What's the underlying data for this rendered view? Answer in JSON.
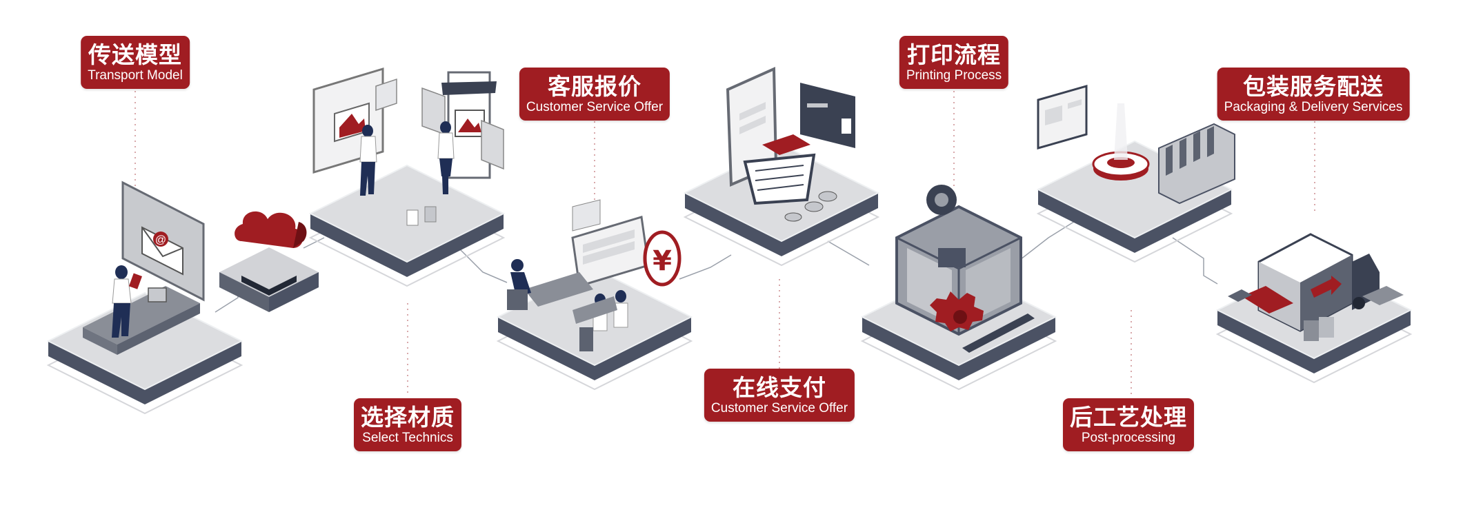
{
  "steps": [
    {
      "zh": "传送模型",
      "en": "Transport Model"
    },
    {
      "zh": "选择材质",
      "en": "Select Technics"
    },
    {
      "zh": "客服报价",
      "en": "Customer Service Offer"
    },
    {
      "zh": "在线支付",
      "en": "Customer Service Offer"
    },
    {
      "zh": "打印流程",
      "en": "Printing Process"
    },
    {
      "zh": "后工艺处理",
      "en": "Post-processing"
    },
    {
      "zh": "包装服务配送",
      "en": "Packaging & Delivery Services"
    }
  ],
  "icons": {
    "yen": "¥",
    "at": "@"
  },
  "colors": {
    "accent": "#a01d22",
    "platform_top": "#d9dadd",
    "platform_side": "#4b5264",
    "figure_navy": "#1f2e55"
  }
}
